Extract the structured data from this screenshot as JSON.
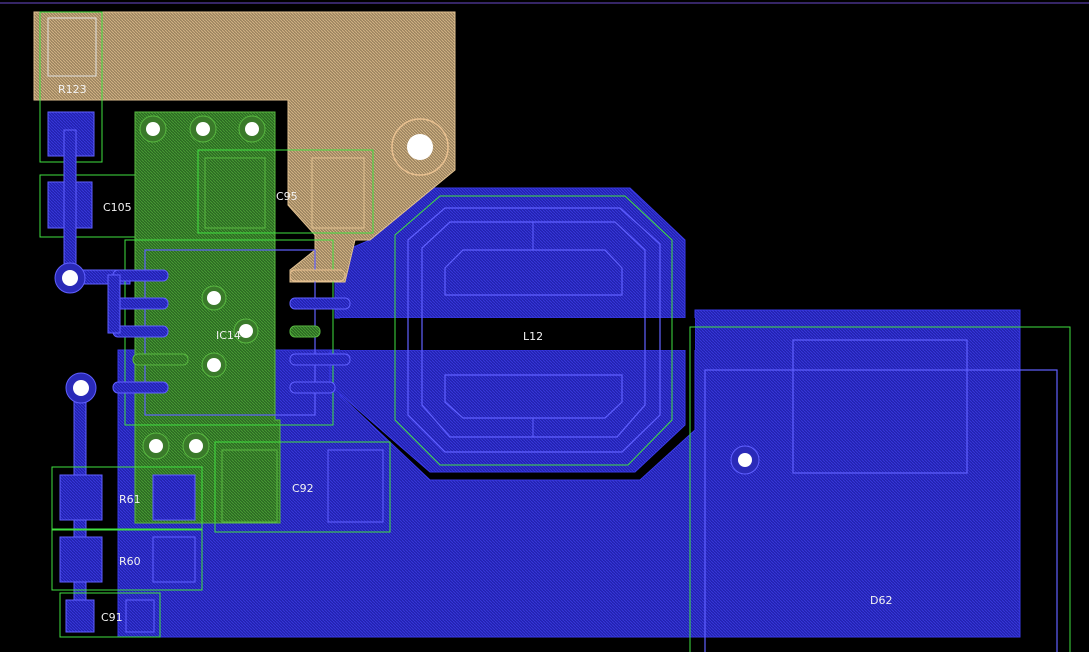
{
  "colors": {
    "background": "#000000",
    "bottom_copper": "#2a2ad0",
    "bottom_copper_fill": "#2424b8",
    "top_copper": "#3a8a2a",
    "top_overlay": "#c8a878",
    "silkscreen": "#40e040",
    "outline": "#6060ff",
    "label": "#f2f2f2"
  },
  "components": {
    "r123": "R123",
    "c105": "C105",
    "c95": "C95",
    "ic14": "IC14",
    "l12": "L12",
    "c92": "C92",
    "r61": "R61",
    "r60": "R60",
    "c91": "C91",
    "d62": "D62"
  }
}
